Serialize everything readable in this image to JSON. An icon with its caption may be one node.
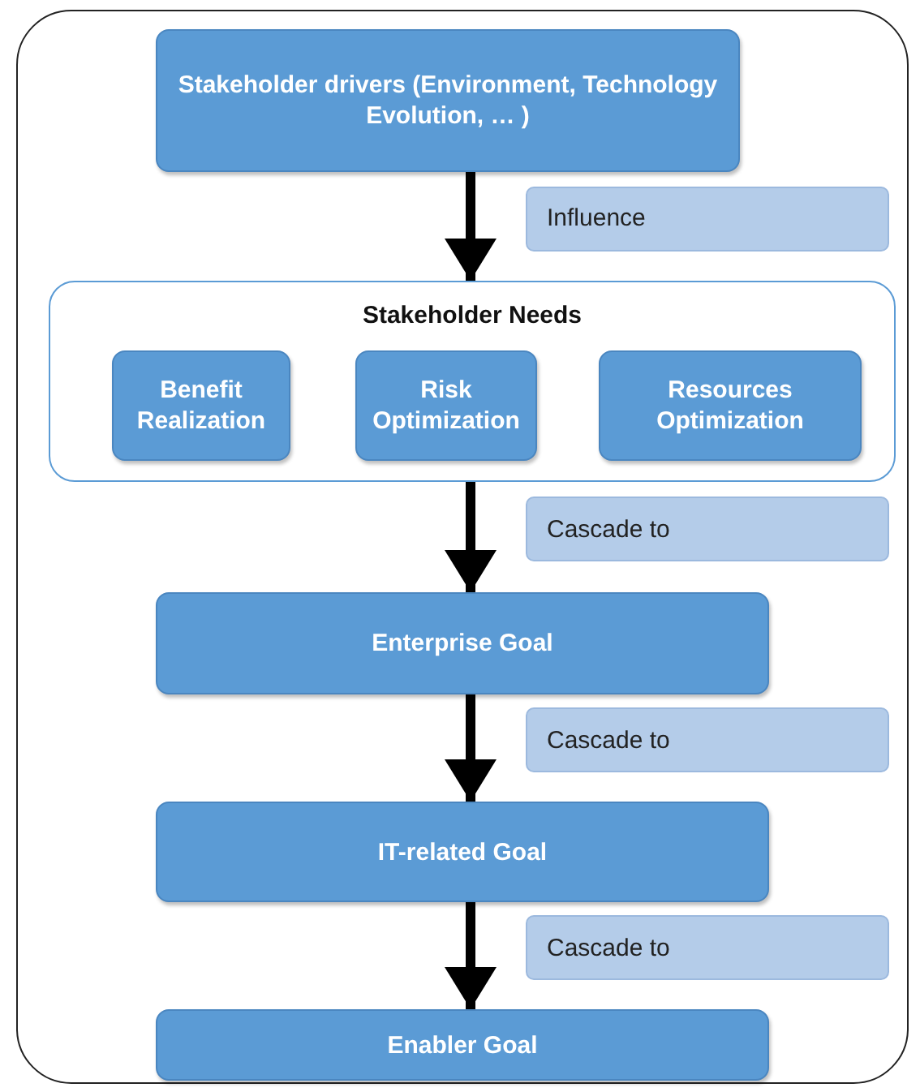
{
  "diagram": {
    "nodes": [
      {
        "text": [
          "Stakeholder drivers (Environment, Technology Evolution, … )"
        ]
      },
      {
        "text": [
          "Stakeholder Needs"
        ]
      },
      {
        "text": [
          "Benefit Realization"
        ],
        "in": 1
      },
      {
        "text": [
          "Risk Optimization"
        ],
        "in": 1
      },
      {
        "text": [
          "Resources Optimization"
        ],
        "in": 1
      },
      {
        "text": [
          "Enterprise Goal"
        ]
      },
      {
        "text": [
          "IT-related Goal"
        ]
      },
      {
        "text": [
          "Enabler Goal"
        ]
      }
    ],
    "edges": [
      {
        "from": 0,
        "to": 1,
        "arrow": "to",
        "label": "Influence"
      },
      {
        "from": 1,
        "to": 5,
        "arrow": "to",
        "label": "Cascade to"
      },
      {
        "from": 5,
        "to": 6,
        "arrow": "to",
        "label": "Cascade to"
      },
      {
        "from": 6,
        "to": 7,
        "arrow": "to",
        "label": "Cascade to"
      }
    ]
  }
}
